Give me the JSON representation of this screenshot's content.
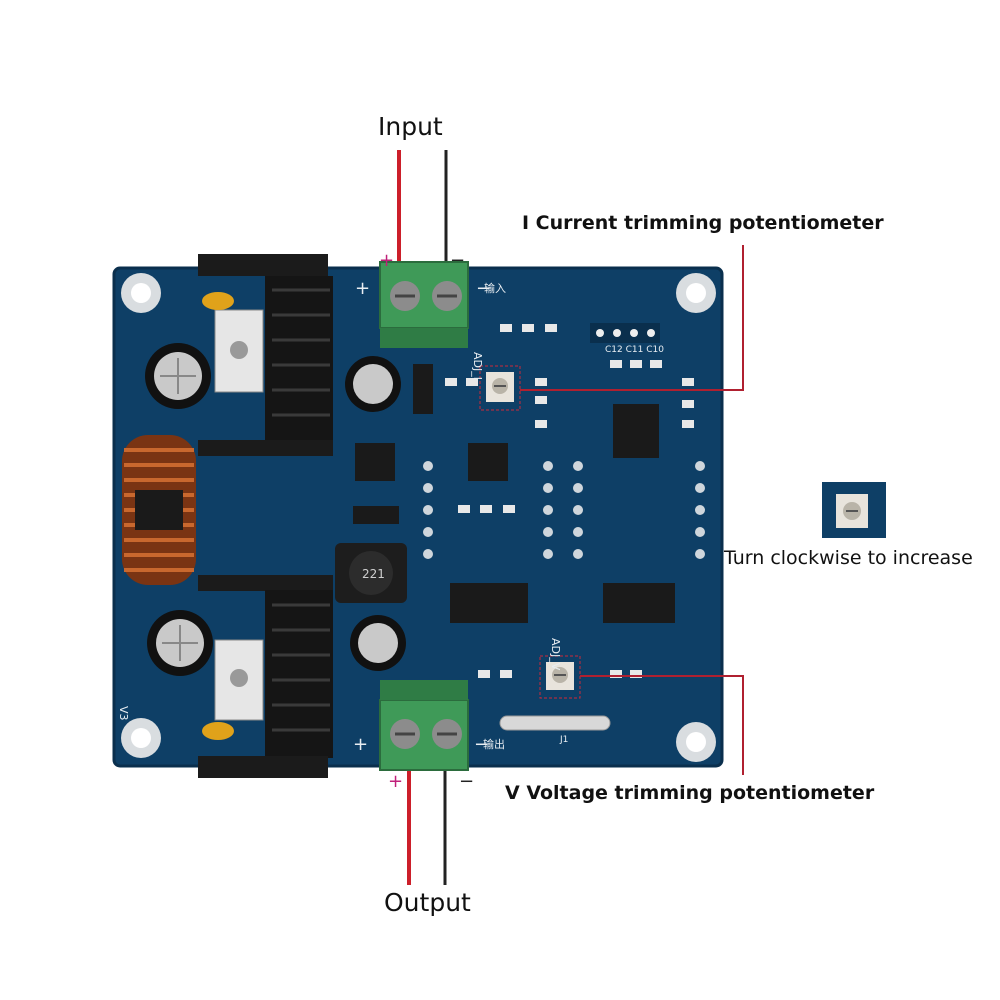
{
  "labels": {
    "input": "Input",
    "output": "Output",
    "current_pot": "I Current trimming potentiometer",
    "voltage_pot": "V Voltage trimming potentiometer",
    "turn_hint": "Turn clockwise to increase"
  },
  "polarity": {
    "plus": "+",
    "minus": "−"
  },
  "silkscreen": {
    "adj_i": "ADJ_I",
    "adj_v": "ADJ_V",
    "input_cn": "输入",
    "output_cn": "输出",
    "inductor": "221",
    "caps_top": "C12 C11 C10",
    "v3": "V3",
    "j1": "J1"
  },
  "colors": {
    "pcb": "#0e3f66",
    "pcb_dark": "#0a2f4d",
    "terminal": "#3f9a58",
    "wire_positive": "#cc1f2a",
    "wire_negative": "#222222",
    "leader_line": "#b02030",
    "plus_marker": "#c0207a"
  }
}
